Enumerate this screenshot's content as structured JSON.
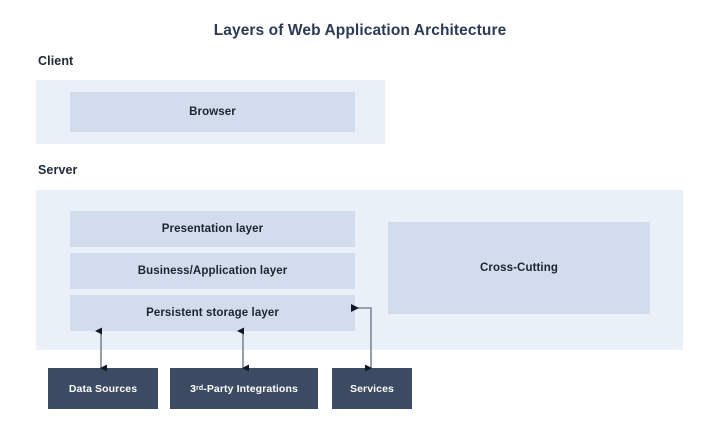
{
  "title": "Layers of Web Application Architecture",
  "sections": {
    "client": {
      "caption": "Client",
      "boxes": [
        {
          "id": "browser",
          "label": "Browser"
        }
      ]
    },
    "server": {
      "caption": "Server",
      "layers": [
        {
          "id": "presentation",
          "label": "Presentation layer"
        },
        {
          "id": "business",
          "label": "Business/Application layer"
        },
        {
          "id": "storage",
          "label": "Persistent storage layer"
        }
      ],
      "aside": [
        {
          "id": "cross-cutting",
          "label": "Cross-Cutting"
        }
      ]
    }
  },
  "external": [
    {
      "id": "data-sources",
      "label": "Data Sources",
      "connector": "bidirectional"
    },
    {
      "id": "third-party",
      "label_prefix": "3",
      "label_sup": "rd",
      "label_rest": "-Party Integrations",
      "connector": "bidirectional"
    },
    {
      "id": "services",
      "label": "Services",
      "connector": "elbow-left"
    }
  ],
  "colors": {
    "page_background": "#ffffff",
    "title_text": "#2b3a55",
    "caption_text": "#1f2937",
    "zone_fill": "#eaf0f8",
    "layer_fill": "#d2dcec",
    "layer_text": "#1c2431",
    "external_fill": "#3c4a63",
    "external_text": "#ffffff",
    "connector_line": "#7d8796",
    "connector_arrow": "#111827"
  }
}
